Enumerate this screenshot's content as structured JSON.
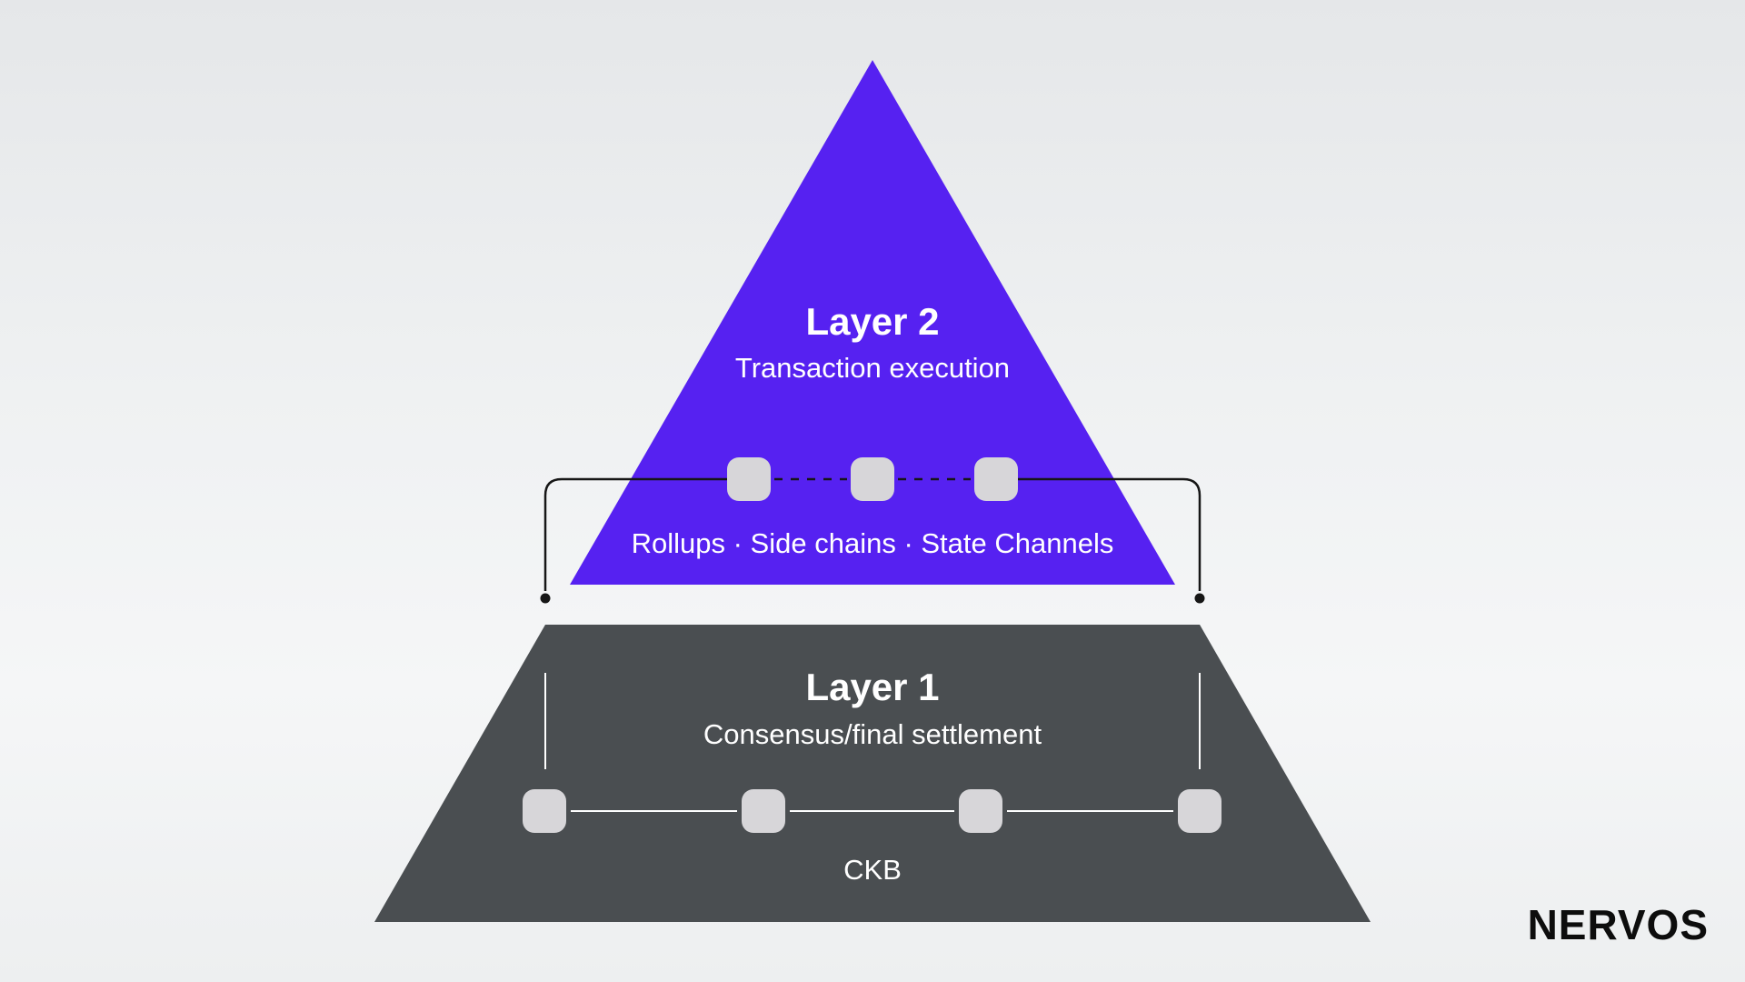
{
  "diagram": {
    "layer2": {
      "title": "Layer 2",
      "subtitle": "Transaction execution",
      "caption": "Rollups · Side chains · State Channels",
      "fill_color": "#5621F1",
      "node_count": 3
    },
    "layer1": {
      "title": "Layer 1",
      "subtitle": "Consensus/final settlement",
      "caption": "CKB",
      "fill_color": "#4A4E51",
      "node_count": 4
    },
    "node_color": "#D7D6D9",
    "line_dark": "#161616",
    "line_light": "#FFFFFF",
    "background_top": "#E5E7E9",
    "background_bottom": "#EDEFF0"
  },
  "branding": {
    "logo_text": "NERVOS"
  }
}
